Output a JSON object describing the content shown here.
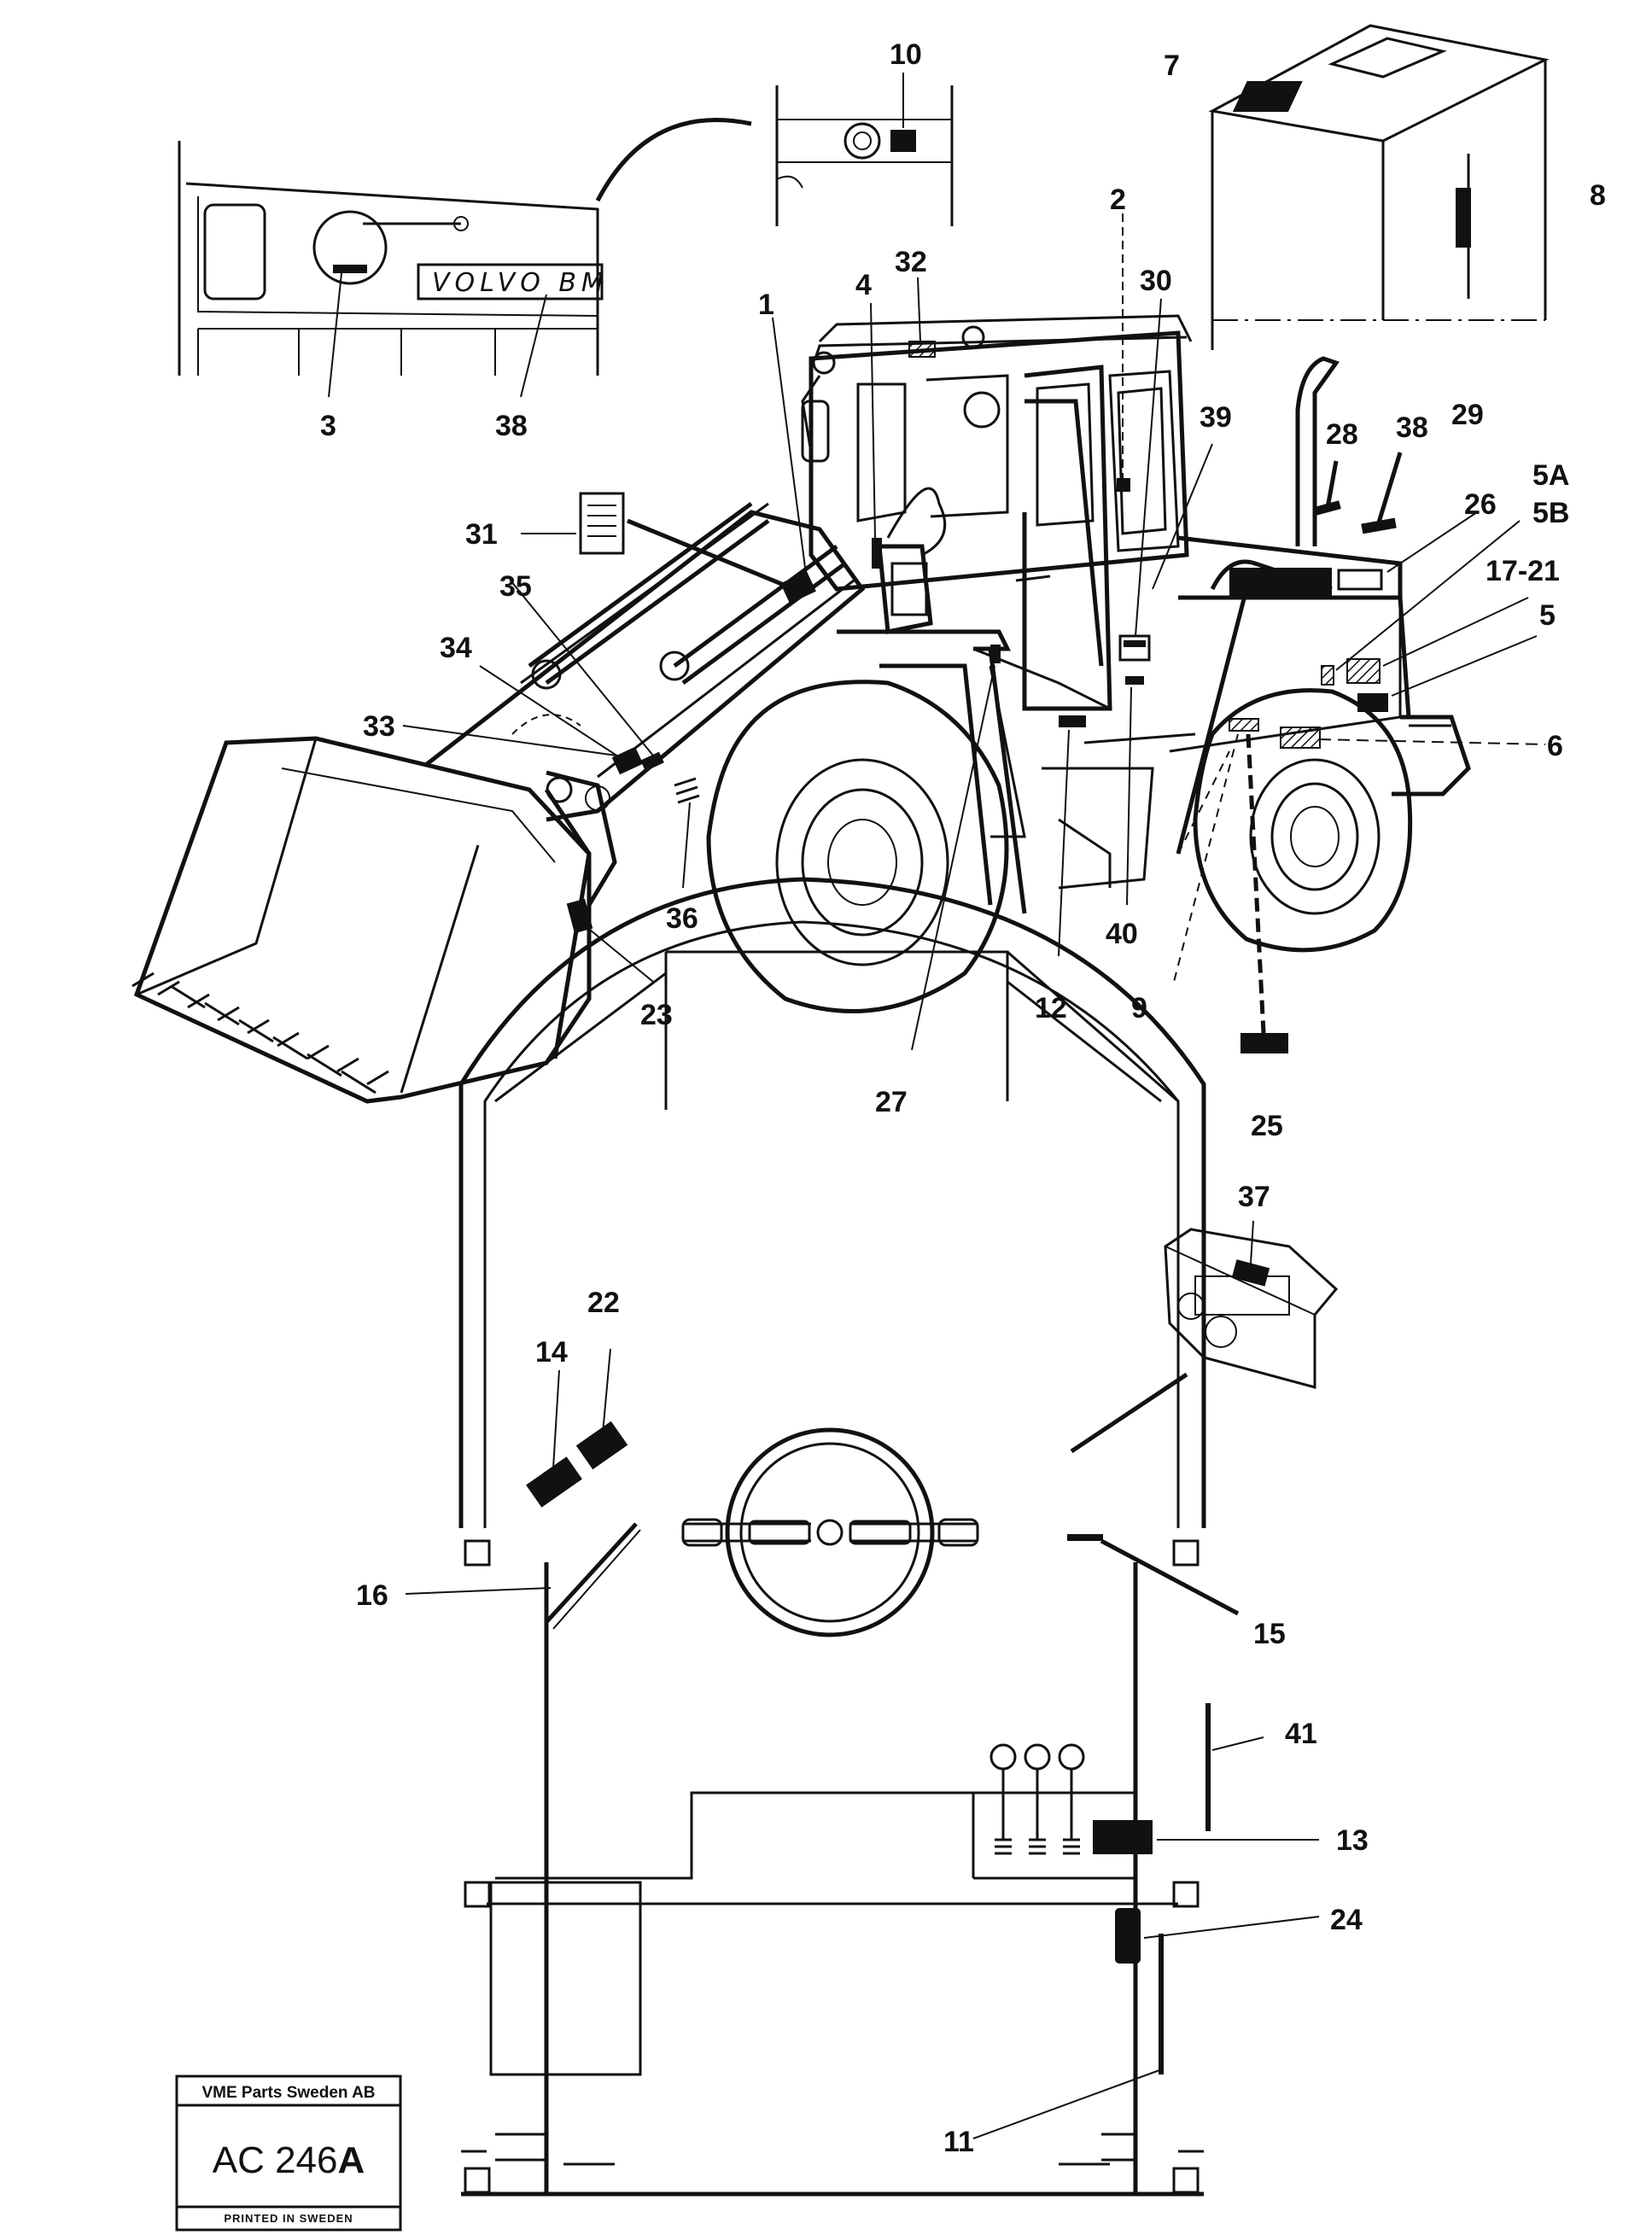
{
  "callouts": {
    "c1": "1",
    "c2": "2",
    "c3": "3",
    "c4": "4",
    "c5": "5",
    "c5a": "5A",
    "c5b": "5B",
    "c6": "6",
    "c7": "7",
    "c8": "8",
    "c9": "9",
    "c10": "10",
    "c11": "11",
    "c12": "12",
    "c13": "13",
    "c14": "14",
    "c15": "15",
    "c16": "16",
    "c17_21": "17-21",
    "c22": "22",
    "c23": "23",
    "c24": "24",
    "c25": "25",
    "c26": "26",
    "c27": "27",
    "c28": "28",
    "c29": "29",
    "c30": "30",
    "c31": "31",
    "c32": "32",
    "c33": "33",
    "c34": "34",
    "c35": "35",
    "c36": "36",
    "c37": "37",
    "c38a": "38",
    "c38b": "38",
    "c39": "39",
    "c40": "40",
    "c41": "41"
  },
  "plate_text": "VOLVO BM",
  "stamp": {
    "company": "VME Parts Sweden AB",
    "code": "AC 246",
    "suffix": "A",
    "footer": "PRINTED IN SWEDEN"
  },
  "colors": {
    "ink": "#111111",
    "paper": "#ffffff"
  }
}
